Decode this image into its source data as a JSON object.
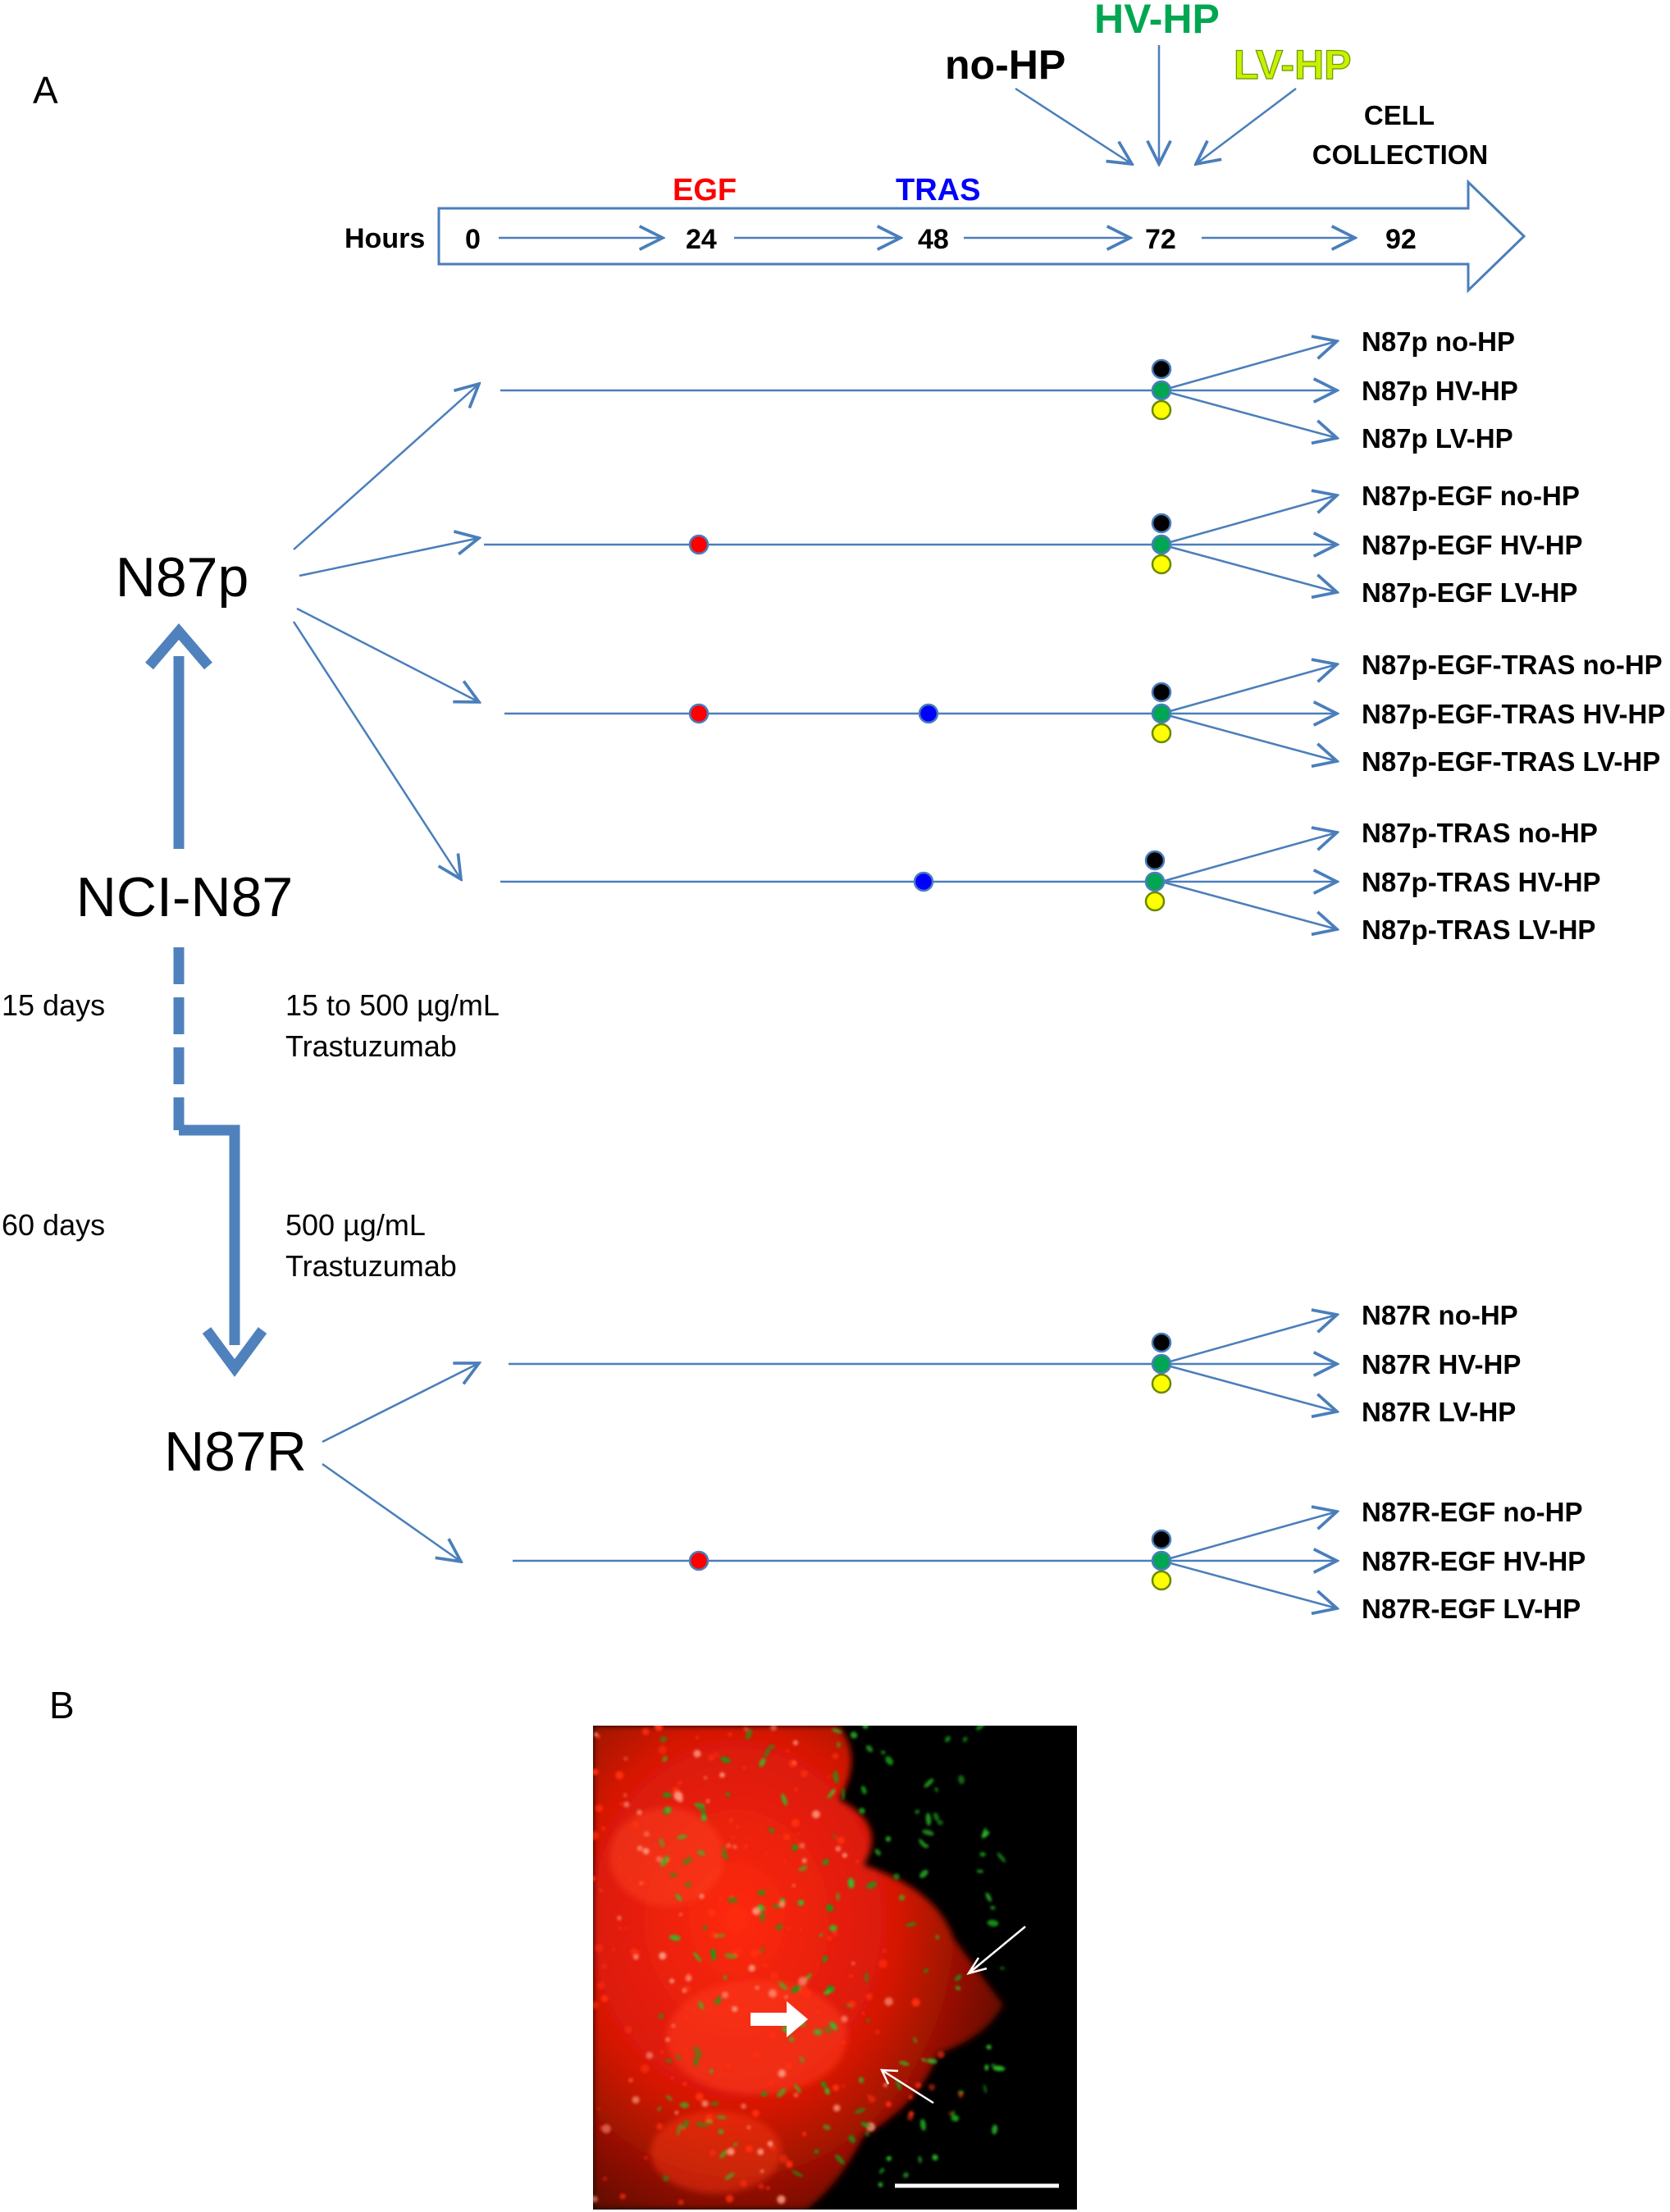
{
  "panels": {
    "a_label": "A",
    "b_label": "B"
  },
  "timeline": {
    "axis_label": "Hours",
    "ticks": [
      "0",
      "24",
      "48",
      "72",
      "92"
    ],
    "egf": "EGF",
    "tras": "TRAS",
    "no_hp": "no-HP",
    "hv_hp": "HV-HP",
    "lv_hp": "LV-HP",
    "collection_line1": "CELL",
    "collection_line2": "COLLECTION"
  },
  "cells": {
    "parental": "N87p",
    "origin": "NCI-N87",
    "resistant": "N87R"
  },
  "protocol": {
    "phase1_duration": "15 days",
    "phase1_dose": "15 to 500 µg/mL",
    "phase1_drug": "Trastuzumab",
    "phase2_duration": "60 days",
    "phase2_dose": "500 µg/mL",
    "phase2_drug": "Trastuzumab"
  },
  "groups": [
    {
      "outputs": [
        "N87p no-HP",
        "N87p HV-HP",
        "N87p LV-HP"
      ],
      "egf": false,
      "tras": false
    },
    {
      "outputs": [
        "N87p-EGF no-HP",
        "N87p-EGF HV-HP",
        "N87p-EGF LV-HP"
      ],
      "egf": true,
      "tras": false
    },
    {
      "outputs": [
        "N87p-EGF-TRAS no-HP",
        "N87p-EGF-TRAS HV-HP",
        "N87p-EGF-TRAS LV-HP"
      ],
      "egf": true,
      "tras": true
    },
    {
      "outputs": [
        "N87p-TRAS no-HP",
        "N87p-TRAS HV-HP",
        "N87p-TRAS LV-HP"
      ],
      "egf": false,
      "tras": true
    },
    {
      "outputs": [
        "N87R no-HP",
        "N87R HV-HP",
        "N87R LV-HP"
      ],
      "egf": false,
      "tras": false
    },
    {
      "outputs": [
        "N87R-EGF no-HP",
        "N87R-EGF HV-HP",
        "N87R-EGF LV-HP"
      ],
      "egf": true,
      "tras": false
    }
  ],
  "colors": {
    "line": "#4a7ebb",
    "thick_arrow": "#4f81bd",
    "egf": "#ff0000",
    "tras": "#0000ff",
    "no_hp": "#000000",
    "hv_hp": "#00a651",
    "lv_hp": "#ffff00",
    "lv_hp_text": "#c8f000"
  }
}
